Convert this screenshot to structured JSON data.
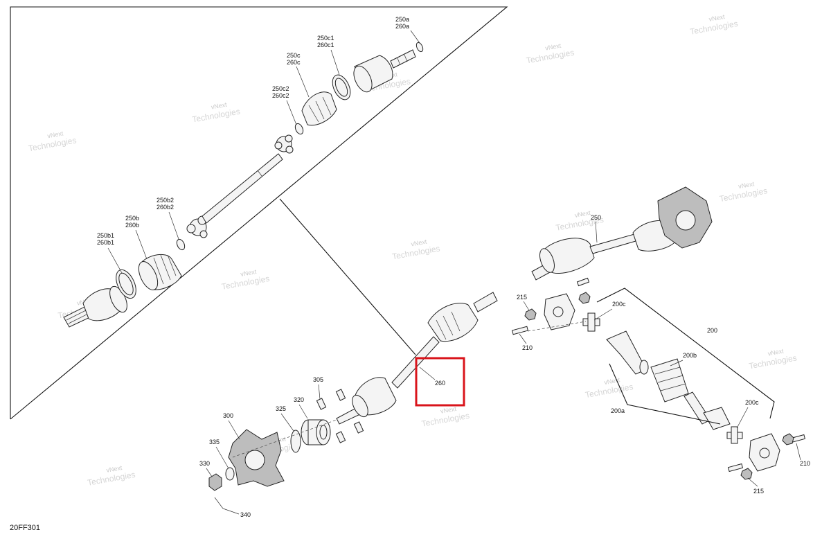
{
  "diagram_code": "20FF301",
  "watermark": {
    "line1": "vNext",
    "line2": "Technologies"
  },
  "callouts": {
    "c250a": "250a",
    "c260a": "260a",
    "c250c1": "250c1",
    "c260c1": "260c1",
    "c250c": "250c",
    "c260c": "260c",
    "c250c2": "250c2",
    "c260c2": "260c2",
    "c250b2": "250b2",
    "c260b2": "260b2",
    "c250b": "250b",
    "c260b": "260b",
    "c250b1": "250b1",
    "c260b1": "260b1",
    "c250": "250",
    "c215": "215",
    "c215b": "215",
    "c210": "210",
    "c210b": "210",
    "c200c": "200c",
    "c200cb": "200c",
    "c200": "200",
    "c200b": "200b",
    "c200a": "200a",
    "c260": "260",
    "c305": "305",
    "c300": "300",
    "c325": "325",
    "c320": "320",
    "c335": "335",
    "c330": "330",
    "c340": "340"
  },
  "highlight": {
    "target": "260",
    "color": "#d9141b"
  }
}
